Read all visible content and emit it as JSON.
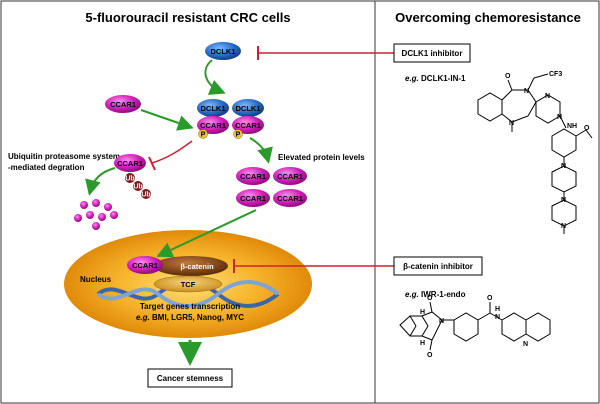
{
  "header": {
    "left_title": "5-fluorouracil resistant CRC cells",
    "right_title": "Overcoming chemoresistance"
  },
  "proteins": {
    "dclk1": "DCLK1",
    "ccar1": "CCAR1",
    "phospho": "P",
    "ubiquitin": "Ub",
    "beta_catenin": "β-catenin",
    "tcf": "TCF"
  },
  "labels": {
    "ubiquitin_line1": "Ubiquitin proteasome system",
    "ubiquitin_line2": "-mediated degration",
    "elevated": "Elevated protein levels",
    "nucleus": "Nucleus",
    "target_genes": "Target genes transcription",
    "target_examples_eg": "e.g.",
    "target_examples": "BMI, LGR5, Nanog, MYC",
    "cancer_stemness": "Cancer stemness"
  },
  "inhibitors": {
    "dclk1_box": "DCLK1 inhibitor",
    "dclk1_eg": "e.g.",
    "dclk1_example": "DCLK1-IN-1",
    "beta_box": "β-catenin inhibitor",
    "beta_eg": "e.g.",
    "beta_example": "IWR-1-endo"
  },
  "chemistry": {
    "cf3": "CF3",
    "o": "O",
    "n": "N",
    "nh": "NH",
    "h": "H"
  },
  "colors": {
    "dclk1_blue": "#2a6fc9",
    "ccar1_magenta": "#d21fb8",
    "phospho_yellow": "#e8c23a",
    "ub_darkred": "#7a1a1a",
    "inhibit_red": "#cc2233",
    "activate_green": "#2a9a2a",
    "nucleus_orange": "#f0a019",
    "beta_brown": "#8a4a18"
  }
}
